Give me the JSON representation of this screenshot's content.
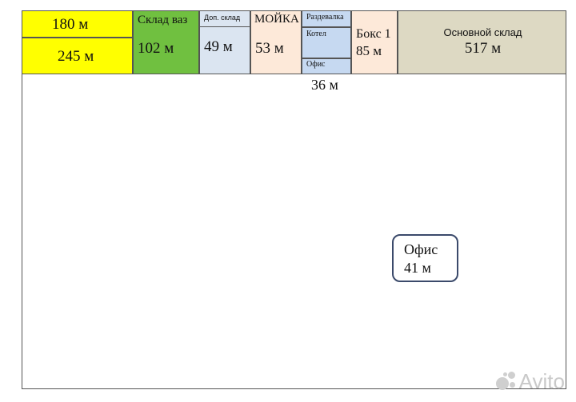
{
  "rooms": {
    "r180": {
      "area": "180 м",
      "color": "#ffff00"
    },
    "r245": {
      "area": "245 м",
      "color": "#ffff00"
    },
    "sklad_vaz": {
      "name": "Склад ваз",
      "area": "102 м",
      "color": "#70c040"
    },
    "dop_sklad": {
      "name": "Доп. склад",
      "area": "49 м",
      "color": "#dbe5f1"
    },
    "moika": {
      "name": "МОЙКА",
      "area": "53 м",
      "color": "#fde9d9"
    },
    "razdevalka": {
      "name": "Раздевалка",
      "color": "#c6d9f1"
    },
    "kotel": {
      "name": "Котел",
      "color": "#c6d9f1"
    },
    "ofis_small": {
      "name": "Офис",
      "color": "#c6d9f1"
    },
    "boks1": {
      "name": "Бокс 1",
      "area": "85 м",
      "color": "#fde9d9"
    },
    "osnovnoy": {
      "name": "Основной склад",
      "area": "517 м",
      "color": "#ddd9c3"
    }
  },
  "corridor_area": "36 м",
  "office": {
    "name": "Офис",
    "area": "41 м"
  },
  "watermark": "Avito"
}
